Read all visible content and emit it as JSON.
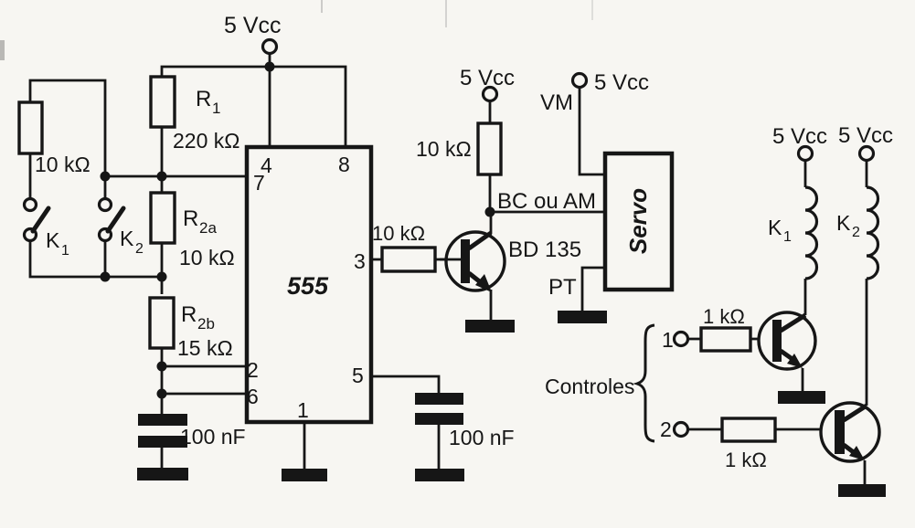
{
  "colors": {
    "ink": "#161616",
    "paper": "#f7f6f2"
  },
  "power": {
    "vcc": "5 Vcc"
  },
  "ic555": {
    "name": "555",
    "pin1": "1",
    "pin2": "2",
    "pin3": "3",
    "pin4": "4",
    "pin5": "5",
    "pin6": "6",
    "pin7": "7",
    "pin8": "8"
  },
  "left": {
    "r_parallel_value": "10 kΩ",
    "sw1_name": "K",
    "sw1_sub": "1",
    "sw2_name": "K",
    "sw2_sub": "2",
    "r1_name": "R",
    "r1_sub": "1",
    "r1_value": "220 kΩ",
    "r2a_name": "R",
    "r2a_sub": "2a",
    "r2a_value": "10 kΩ",
    "r2b_name": "R",
    "r2b_sub": "2b",
    "r2b_value": "15 kΩ",
    "c_timing_value": "100 nF"
  },
  "output": {
    "r_base_value": "10 kΩ",
    "r_pullup_value": "10 kΩ",
    "transistor": "BD 135",
    "signal": "BC ou AM",
    "c_control_value": "100 nF"
  },
  "servo": {
    "name": "Servo",
    "vm": "VM",
    "pt": "PT"
  },
  "relays": {
    "k1_name": "K",
    "k1_sub": "1",
    "k2_name": "K",
    "k2_sub": "2",
    "r1_value": "1 kΩ",
    "r2_value": "1 kΩ",
    "controls_label": "Controles",
    "t1": "1",
    "t2": "2"
  }
}
